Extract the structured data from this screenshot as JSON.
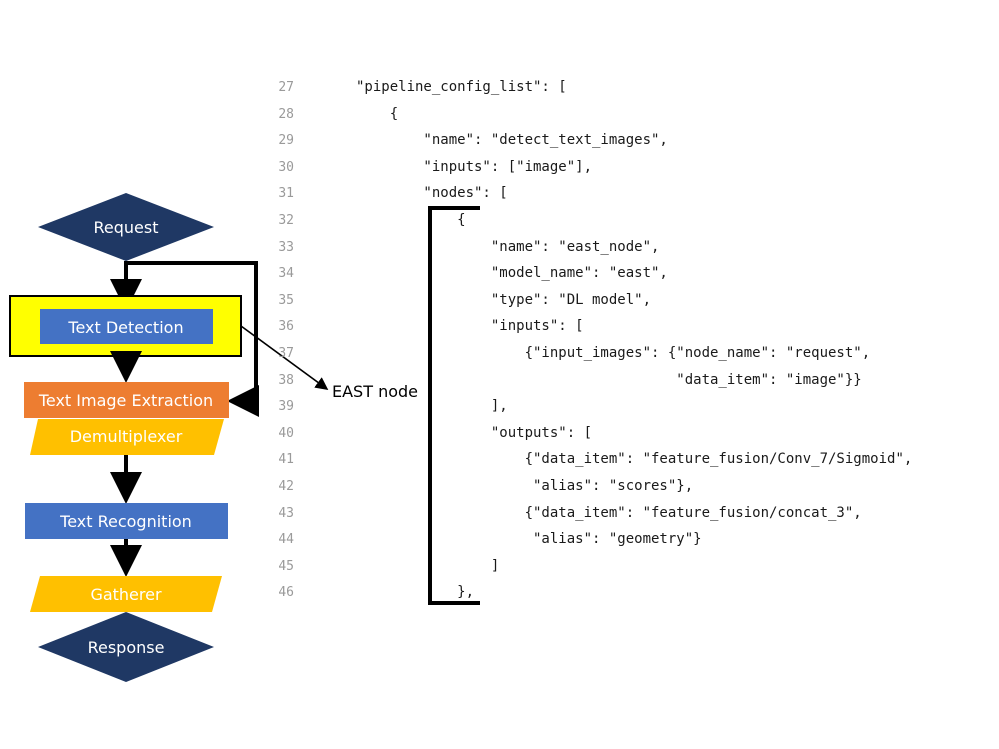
{
  "flowchart": {
    "nodes": {
      "request": "Request",
      "text_detection": "Text Detection",
      "text_image_extraction": "Text Image Extraction",
      "demultiplexer": "Demultiplexer",
      "text_recognition": "Text Recognition",
      "gatherer": "Gatherer",
      "response": "Response"
    },
    "annotation": "EAST node"
  },
  "code": {
    "lines": [
      {
        "num": "27",
        "text": "\"pipeline_config_list\": ["
      },
      {
        "num": "28",
        "text": "    {"
      },
      {
        "num": "29",
        "text": "        \"name\": \"detect_text_images\","
      },
      {
        "num": "30",
        "text": "        \"inputs\": [\"image\"],"
      },
      {
        "num": "31",
        "text": "        \"nodes\": ["
      },
      {
        "num": "32",
        "text": "            {"
      },
      {
        "num": "33",
        "text": "                \"name\": \"east_node\","
      },
      {
        "num": "34",
        "text": "                \"model_name\": \"east\","
      },
      {
        "num": "35",
        "text": "                \"type\": \"DL model\","
      },
      {
        "num": "36",
        "text": "                \"inputs\": ["
      },
      {
        "num": "37",
        "text": "                    {\"input_images\": {\"node_name\": \"request\","
      },
      {
        "num": "38",
        "text": "                                      \"data_item\": \"image\"}}"
      },
      {
        "num": "39",
        "text": "                ],"
      },
      {
        "num": "40",
        "text": "                \"outputs\": ["
      },
      {
        "num": "41",
        "text": "                    {\"data_item\": \"feature_fusion/Conv_7/Sigmoid\","
      },
      {
        "num": "42",
        "text": "                     \"alias\": \"scores\"},"
      },
      {
        "num": "43",
        "text": "                    {\"data_item\": \"feature_fusion/concat_3\","
      },
      {
        "num": "44",
        "text": "                     \"alias\": \"geometry\"}"
      },
      {
        "num": "45",
        "text": "                ]"
      },
      {
        "num": "46",
        "text": "            },"
      }
    ]
  },
  "colors": {
    "navy": "#1f3864",
    "blue": "#4472c4",
    "orange": "#ed7d31",
    "gold": "#ffc000",
    "highlight": "#ffff00"
  }
}
